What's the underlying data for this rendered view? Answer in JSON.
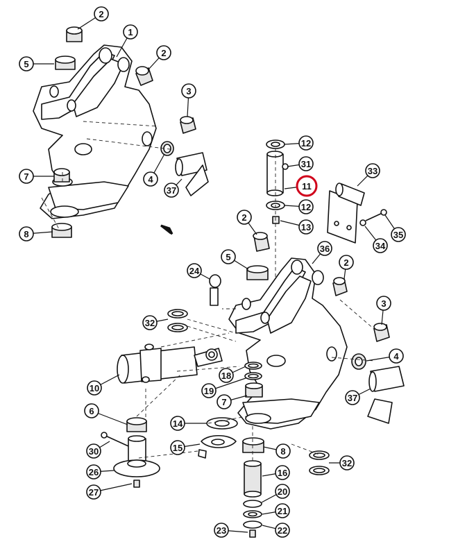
{
  "callouts": [
    {
      "label": "2"
    },
    {
      "label": "1"
    },
    {
      "label": "5"
    },
    {
      "label": "2"
    },
    {
      "label": "3"
    },
    {
      "label": "7"
    },
    {
      "label": "4"
    },
    {
      "label": "37"
    },
    {
      "label": "8"
    },
    {
      "label": "12"
    },
    {
      "label": "31"
    },
    {
      "label": "11",
      "highlighted": true
    },
    {
      "label": "12"
    },
    {
      "label": "13"
    },
    {
      "label": "33"
    },
    {
      "label": "35"
    },
    {
      "label": "34"
    },
    {
      "label": "2"
    },
    {
      "label": "36"
    },
    {
      "label": "5"
    },
    {
      "label": "2"
    },
    {
      "label": "24"
    },
    {
      "label": "3"
    },
    {
      "label": "32"
    },
    {
      "label": "4"
    },
    {
      "label": "18"
    },
    {
      "label": "10"
    },
    {
      "label": "19"
    },
    {
      "label": "7"
    },
    {
      "label": "37"
    },
    {
      "label": "6"
    },
    {
      "label": "14"
    },
    {
      "label": "15"
    },
    {
      "label": "8"
    },
    {
      "label": "30"
    },
    {
      "label": "32"
    },
    {
      "label": "16"
    },
    {
      "label": "26"
    },
    {
      "label": "20"
    },
    {
      "label": "27"
    },
    {
      "label": "21"
    },
    {
      "label": "23"
    },
    {
      "label": "22"
    }
  ],
  "colors": {
    "line": "#111111",
    "highlight": "#d0021b",
    "background": "#ffffff"
  }
}
